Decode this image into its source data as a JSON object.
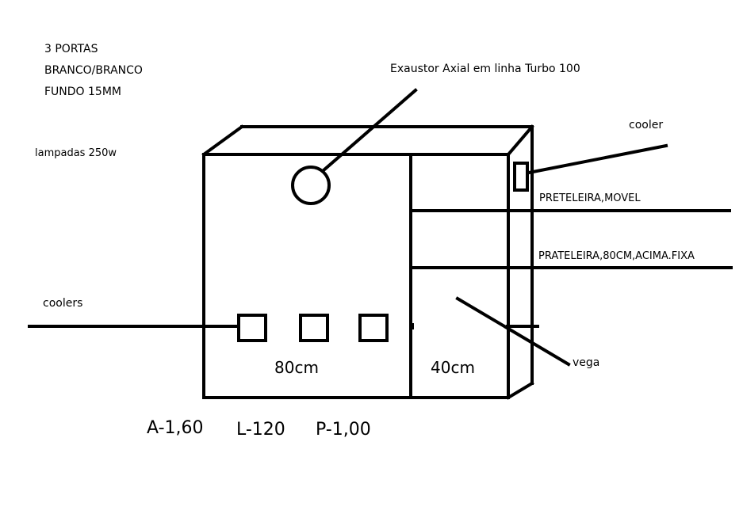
{
  "specs": {
    "doors": "3 PORTAS",
    "color": "BRANCO/BRANCO",
    "back": "FUNDO 15MM"
  },
  "lamps": "lampadas 250w",
  "exhaust": "Exaustor Axial em linha Turbo 100",
  "cooler_right": "cooler",
  "shelf_movable": "PRETELEIRA,MOVEL",
  "shelf_fixed": "PRATELEIRA,80CM,ACIMA.FIXA",
  "coolers_left": "coolers",
  "vega": "vega",
  "width_main": "80cm",
  "width_side": "40cm",
  "dimensions": {
    "height": "A-1,60",
    "width": "L-120",
    "depth": "P-1,00"
  },
  "colors": {
    "ink": "#000000",
    "background": "#ffffff"
  }
}
